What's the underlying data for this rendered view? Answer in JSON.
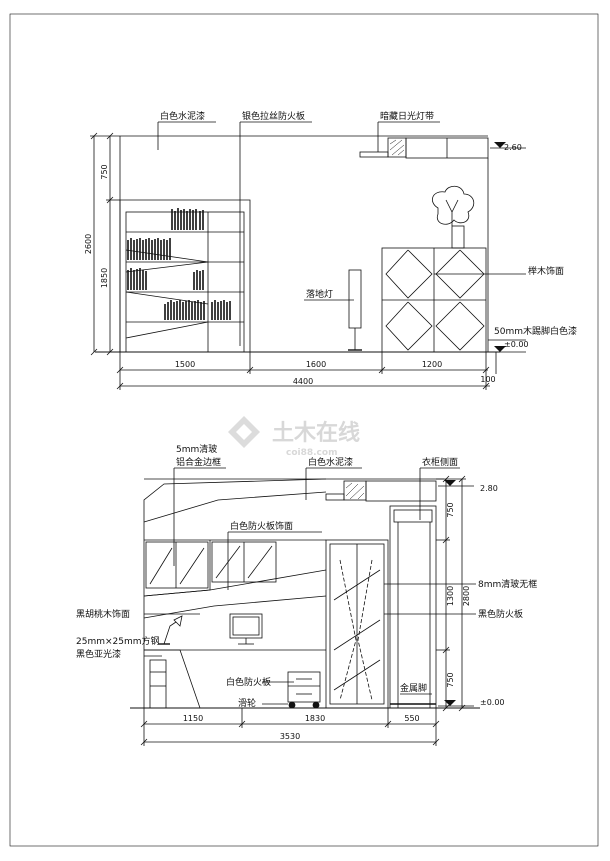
{
  "watermark": {
    "main": "土木在线",
    "sub": "coi88.com"
  },
  "top": {
    "labels": {
      "white_cement": "白色水泥漆",
      "silver_board": "银色拉丝防火板",
      "hidden_light": "暗藏日光灯带",
      "floor_lamp": "落地灯",
      "beech_veneer": "榉木饰面",
      "skirting": "50mm木踢脚白色漆"
    },
    "levels": {
      "ceiling": "2.60",
      "floor": "±0.00"
    },
    "vdims": {
      "upper": "750",
      "total": "2600",
      "lower": "1850"
    },
    "hdims": {
      "a": "1500",
      "b": "1600",
      "c": "1200",
      "d": "100",
      "total": "4400"
    }
  },
  "bottom": {
    "labels": {
      "glass_edge_l1": "5mm清玻",
      "glass_edge_l2": "铝合金边框",
      "white_cement": "白色水泥漆",
      "wardrobe_side": "衣柜侧面",
      "white_fire_board": "白色防火板饰面",
      "clear_glass": "8mm清玻无框",
      "black_walnut": "黑胡桃木饰面",
      "black_fire_board": "黑色防火板",
      "steel_l1": "25mm×25mm方钢",
      "steel_l2": "黑色亚光漆",
      "white_board": "白色防火板",
      "caster": "滑轮",
      "metal_foot": "金属脚"
    },
    "levels": {
      "ceiling": "2.80",
      "floor": "±0.00"
    },
    "vdims": {
      "top": "750",
      "mid": "1300",
      "bottom": "750",
      "total": "2800"
    },
    "hdims": {
      "a": "1150",
      "b": "1830",
      "c": "550",
      "total": "3530"
    }
  }
}
